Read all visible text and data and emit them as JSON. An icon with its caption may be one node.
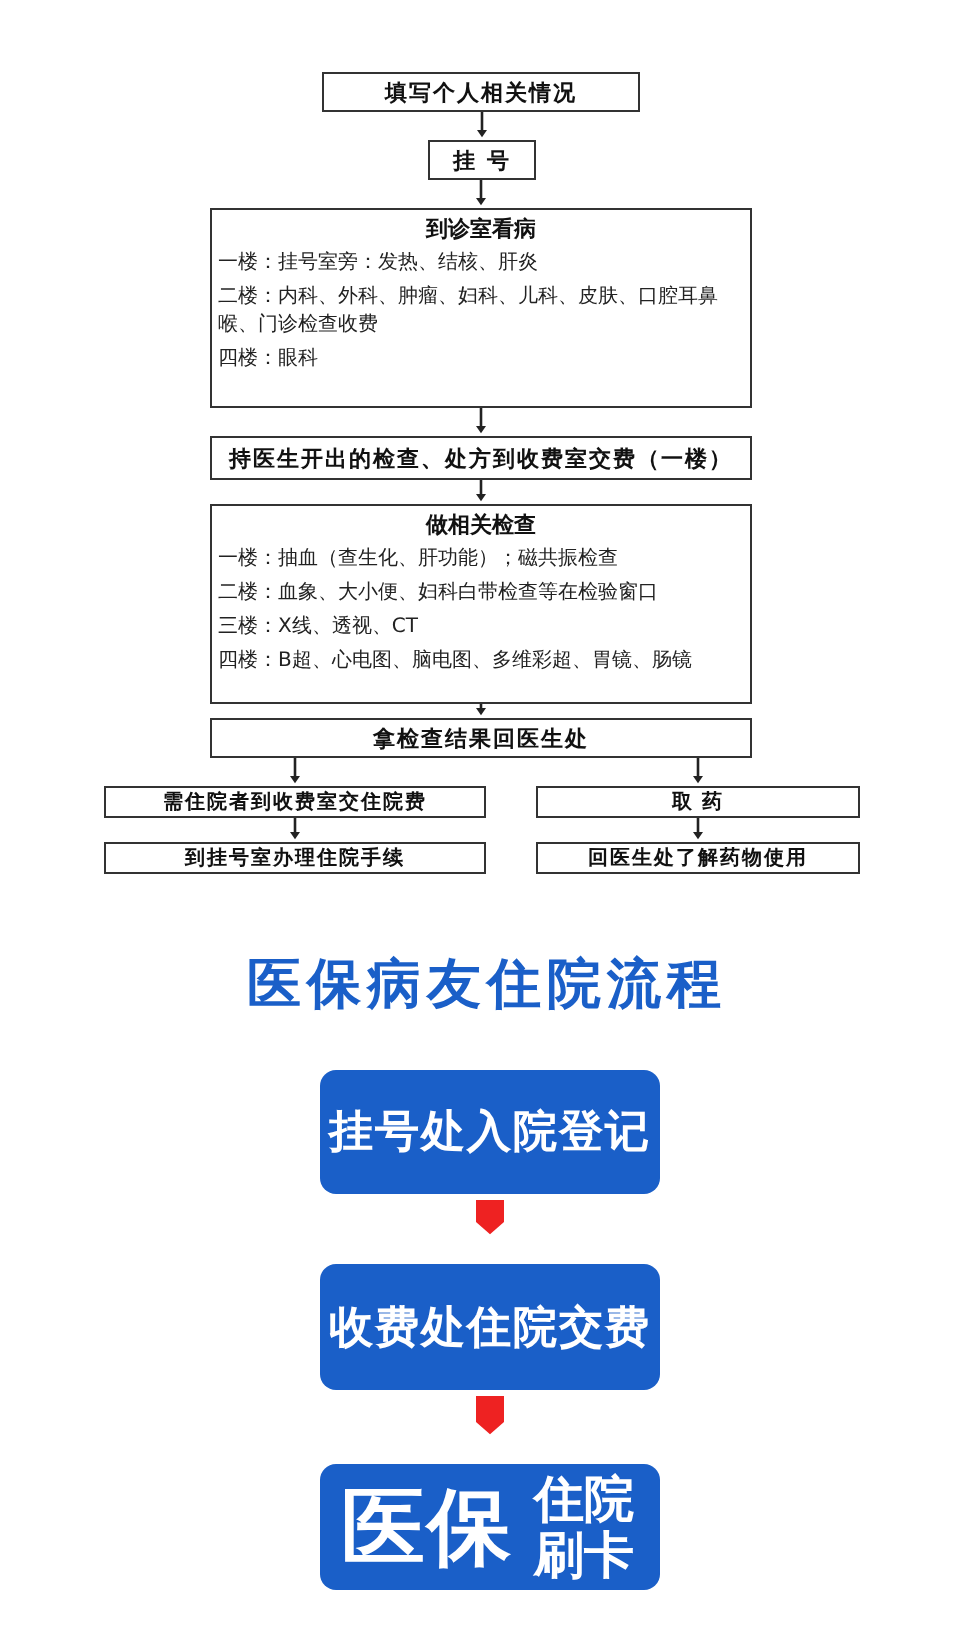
{
  "diagram": {
    "nodes": [
      {
        "text": [
          "填写个人相关情况"
        ]
      },
      {
        "text": [
          "挂 号"
        ]
      },
      {
        "text": [
          "到诊室看病",
          "一楼：挂号室旁：发热、结核、肝炎",
          "二楼：内科、外科、肿瘤、妇科、儿科、皮肤、口腔耳鼻喉、门诊检查收费",
          "四楼：眼科"
        ]
      },
      {
        "text": [
          "持医生开出的检查、处方到收费室交费（一楼）"
        ]
      },
      {
        "text": [
          "做相关检查",
          "一楼：抽血（查生化、肝功能）；磁共振检查",
          "二楼：血象、大小便、妇科白带检查等在检验窗口",
          "三楼：X线、透视、CT",
          "四楼：B超、心电图、脑电图、多维彩超、胃镜、肠镜"
        ]
      },
      {
        "text": [
          "拿检查结果回医生处"
        ]
      },
      {
        "text": [
          "需住院者到收费室交住院费"
        ]
      },
      {
        "text": [
          "到挂号室办理住院手续"
        ]
      },
      {
        "text": [
          "取 药"
        ]
      },
      {
        "text": [
          "回医生处了解药物使用"
        ]
      },
      {
        "text": [
          "挂号处入院登记"
        ]
      },
      {
        "text": [
          "收费处住院交费"
        ]
      },
      {
        "text": [
          "医保",
          "住院刷卡"
        ]
      }
    ],
    "edges": [
      {
        "from": 0,
        "to": 1,
        "arrow": "to"
      },
      {
        "from": 1,
        "to": 2,
        "arrow": "to"
      },
      {
        "from": 2,
        "to": 3,
        "arrow": "to"
      },
      {
        "from": 3,
        "to": 4,
        "arrow": "to"
      },
      {
        "from": 4,
        "to": 5,
        "arrow": "to"
      },
      {
        "from": 5,
        "to": 6,
        "arrow": "to"
      },
      {
        "from": 5,
        "to": 8,
        "arrow": "to"
      },
      {
        "from": 6,
        "to": 7,
        "arrow": "to"
      },
      {
        "from": 8,
        "to": 9,
        "arrow": "to"
      },
      {
        "from": 10,
        "to": 11,
        "arrow": "to",
        "style": "thick",
        "color": "#ee2222"
      },
      {
        "from": 11,
        "to": 12,
        "arrow": "to",
        "style": "thick",
        "color": "#ee2222"
      }
    ],
    "labels": [
      "医保病友住院流程"
    ]
  }
}
